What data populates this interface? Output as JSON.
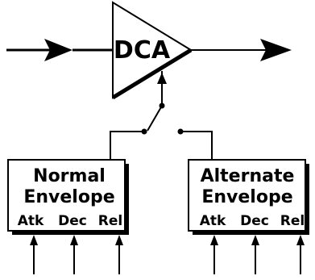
{
  "dca": {
    "label": "DCA"
  },
  "normal_envelope": {
    "title_line1": "Normal",
    "title_line2": "Envelope",
    "params": [
      "Atk",
      "Dec",
      "Rel"
    ]
  },
  "alternate_envelope": {
    "title_line1": "Alternate",
    "title_line2": "Envelope",
    "params": [
      "Atk",
      "Dec",
      "Rel"
    ]
  },
  "colors": {
    "ink": "#000000",
    "box_shadow": "#000000",
    "background": "#ffffff"
  }
}
